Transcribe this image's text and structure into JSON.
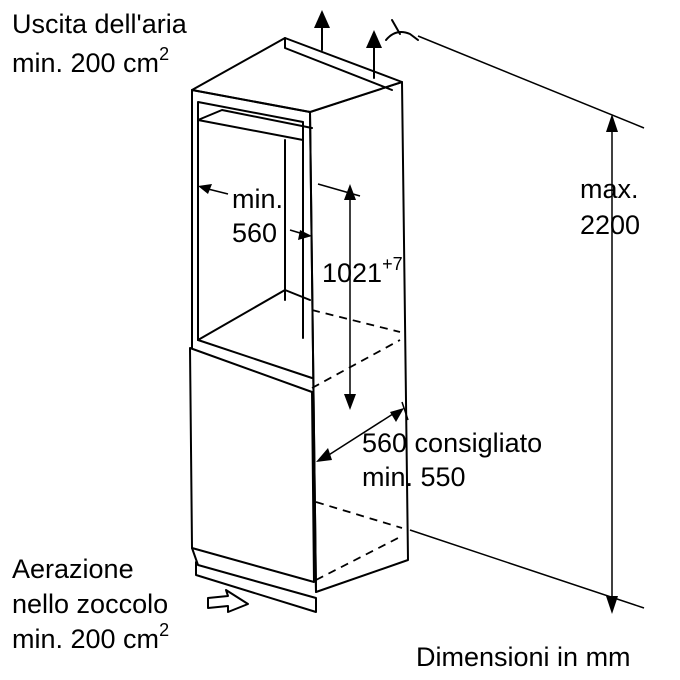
{
  "labels": {
    "air_outlet_line1": "Uscita dell'aria",
    "air_outlet_line2": "min. 200 cm",
    "air_outlet_sup": "2",
    "niche_width_line1": "min.",
    "niche_width_line2": "560",
    "niche_height_value": "1021",
    "niche_height_sup": "+7",
    "total_height_line1": "max.",
    "total_height_line2": "2200",
    "depth_line1": "560 consigliato",
    "depth_line2": "min. 550",
    "plinth_vent_line1": "Aerazione",
    "plinth_vent_line2": "nello zoccolo",
    "plinth_vent_line3": "min. 200 cm",
    "plinth_vent_sup": "2",
    "units_note": "Dimensioni in mm"
  }
}
